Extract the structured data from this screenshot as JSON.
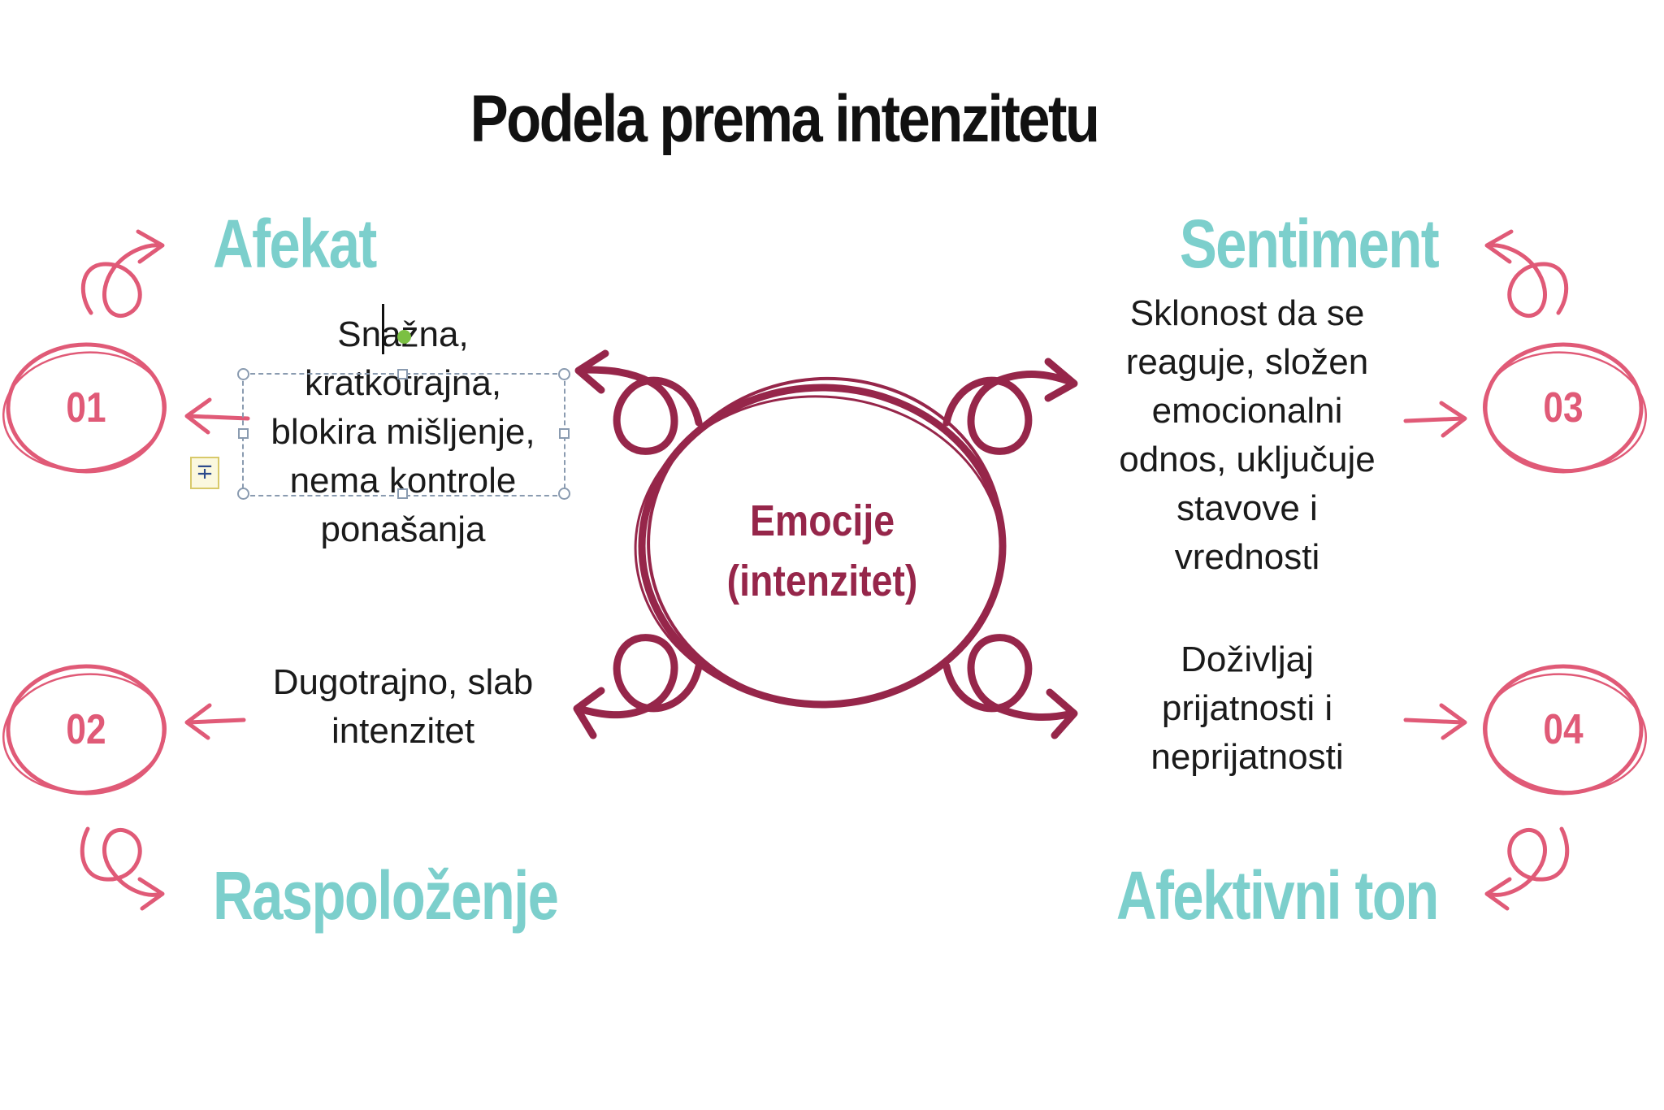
{
  "slide": {
    "title": "Podela prema intenzitetu",
    "center": {
      "label": "Emocije\n(intenzitet)"
    },
    "colors": {
      "heading": "#7ccfcc",
      "accent_pink": "#e05a77",
      "center_maroon": "#96264a",
      "text": "#1a1a1a"
    },
    "items": [
      {
        "number": "01",
        "heading": "Afekat",
        "description": "Snažna,\nkratkotrajna,\nblokira mišljenje,\nnema kontrole\nponašanja"
      },
      {
        "number": "02",
        "heading": "Raspoloženje",
        "description": "Dugotrajno, slab\nintenzitet"
      },
      {
        "number": "03",
        "heading": "Sentiment",
        "description": "Sklonost da se\nreaguje, složen\nemocionalni\nodnos, uključuje\nstavove i\nvrednosti"
      },
      {
        "number": "04",
        "heading": "Afektivni ton",
        "description": "Doživljaj\nprijatnosti i\nneprijatnosti"
      }
    ]
  },
  "editor": {
    "selected_textbox": "items.0.description",
    "autofit_icon": "autofit-options-icon"
  }
}
